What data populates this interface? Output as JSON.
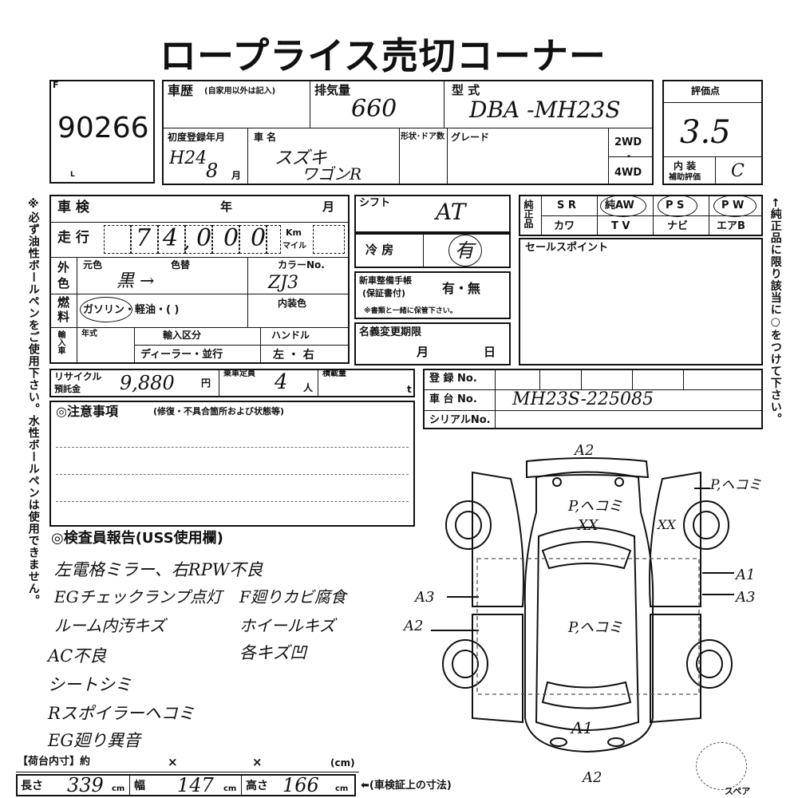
{
  "title": "ロープライス売切コーナー",
  "lot": {
    "corner_mark": "F",
    "number": "90266",
    "corner_mark2": "L"
  },
  "history": {
    "label": "車歴",
    "note": "(自家用以外は記入)"
  },
  "displacement": {
    "label": "排気量",
    "value": "660"
  },
  "model_code": {
    "label": "型 式",
    "value": "DBA -MH23S"
  },
  "score": {
    "label": "評価点",
    "value": "3.5"
  },
  "first_reg": {
    "label": "初度登録年月",
    "year": "H24",
    "month": "8",
    "month_unit": "月"
  },
  "car_name": {
    "label": "車 名",
    "maker": "スズキ",
    "model": "ワゴンR"
  },
  "shape_door": {
    "label": "形状･ドア数"
  },
  "grade": {
    "label": "グレード"
  },
  "drive": {
    "two": "2WD",
    "dot": "・",
    "four": "4WD"
  },
  "interior_grade": {
    "label1": "内 装",
    "label2": "補助評価",
    "value": "C"
  },
  "shaken": {
    "label": "車 検",
    "year": "年",
    "month": "月"
  },
  "mileage": {
    "label": "走 行",
    "digits": [
      "7",
      "4",
      "0",
      "0",
      "0"
    ],
    "comma": ",",
    "unit_km": "Km",
    "unit_mile": "マイル"
  },
  "exterior": {
    "label1": "外",
    "label2": "色",
    "orig_label": "元色",
    "orig_value": "黒 →",
    "change_label": "色替",
    "color_no_label": "カラーNo.",
    "color_no_value": "ZJ3"
  },
  "fuel": {
    "label1": "燃",
    "label2": "料",
    "options": "ガソリン・軽油・(          )",
    "interior_color_label": "内装色"
  },
  "import": {
    "label": "輸入車",
    "year_label": "年式",
    "class_label": "輸入区分",
    "class_options": "ディーラー・並行",
    "handle_label": "ハンドル",
    "handle_options": "左 ・ 右"
  },
  "recycle": {
    "label1": "リサイクル",
    "label2": "預託金",
    "value": "9,880",
    "unit": "円"
  },
  "capacity": {
    "label": "乗車定員",
    "value": "4",
    "unit": "人"
  },
  "load": {
    "label": "積載量",
    "unit": "t"
  },
  "shift": {
    "label": "シフト",
    "value": "AT"
  },
  "ac": {
    "label": "冷 房",
    "value": "有"
  },
  "manual": {
    "label1": "新車整備手帳",
    "label2": "(保証書付)",
    "options": "有・無",
    "note": "※書類と一緒に保管下さい。"
  },
  "name_change": {
    "label": "名義変更期限",
    "month": "月",
    "day": "日"
  },
  "genuine": {
    "label": "純正品",
    "items": [
      "S R",
      "純AW",
      "P S",
      "P W",
      "カワ",
      "T V",
      "ナビ",
      "エアB"
    ],
    "circled": [
      "純AW",
      "P S",
      "P W"
    ]
  },
  "sales_point": {
    "label": "セールスポイント"
  },
  "registration": {
    "label": "登 録 No.",
    "chassis_label": "車 台 No.",
    "chassis_value": "MH23S-225085",
    "serial_label": "シリアルNo."
  },
  "caution": {
    "label": "◎注意事項",
    "note": "(修復・不具合箇所および状態等)"
  },
  "inspector": {
    "label": "◎検査員報告(USS使用欄)",
    "lines": [
      "左電格ミラー、右RPW不良",
      "EGチェックランプ点灯",
      "F廻りカビ腐食",
      "ルーム内汚キズ",
      "ホイールキズ",
      "AC不良",
      "各キズ凹",
      "シートシミ",
      "Rスポイラーヘコミ",
      "EG廻り異音"
    ]
  },
  "cargo": {
    "label": "【荷台内寸】約",
    "x1": "×",
    "x2": "×",
    "unit": "(cm)"
  },
  "size": {
    "length_label": "長さ",
    "length": "339",
    "width_label": "幅",
    "width": "147",
    "height_label": "高さ",
    "height": "166",
    "unit": "cm",
    "note": "⬅(車検証上の寸法)"
  },
  "spare": {
    "label": "スペア"
  },
  "left_note": "※必ず油性ボールペンをご使用下さい。水性ボールペンは使用できません。",
  "right_note": "←純正品に限り該当に○をつけて下さい。",
  "diagram": {
    "marks": [
      "A2",
      "P,ヘコミ",
      "XX",
      "XX",
      "P,ヘコミ",
      "A1",
      "A3",
      "A3",
      "A2",
      "P,ヘコミ",
      "A1",
      "A2"
    ]
  }
}
